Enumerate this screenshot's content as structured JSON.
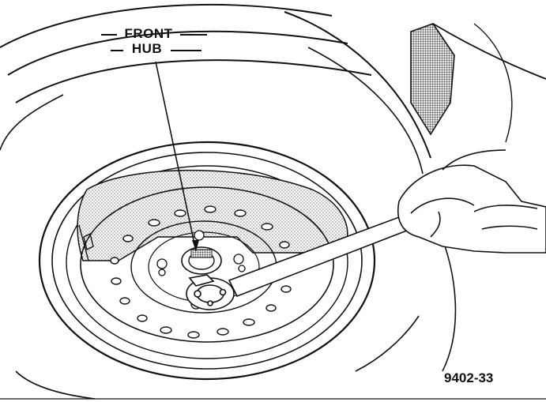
{
  "figure": {
    "callout_line1": "FRONT",
    "callout_line2": "HUB",
    "figure_number": "9402-33"
  },
  "colors": {
    "ink": "#111111",
    "paper": "#ffffff",
    "stipple": "#9a9a9a"
  }
}
